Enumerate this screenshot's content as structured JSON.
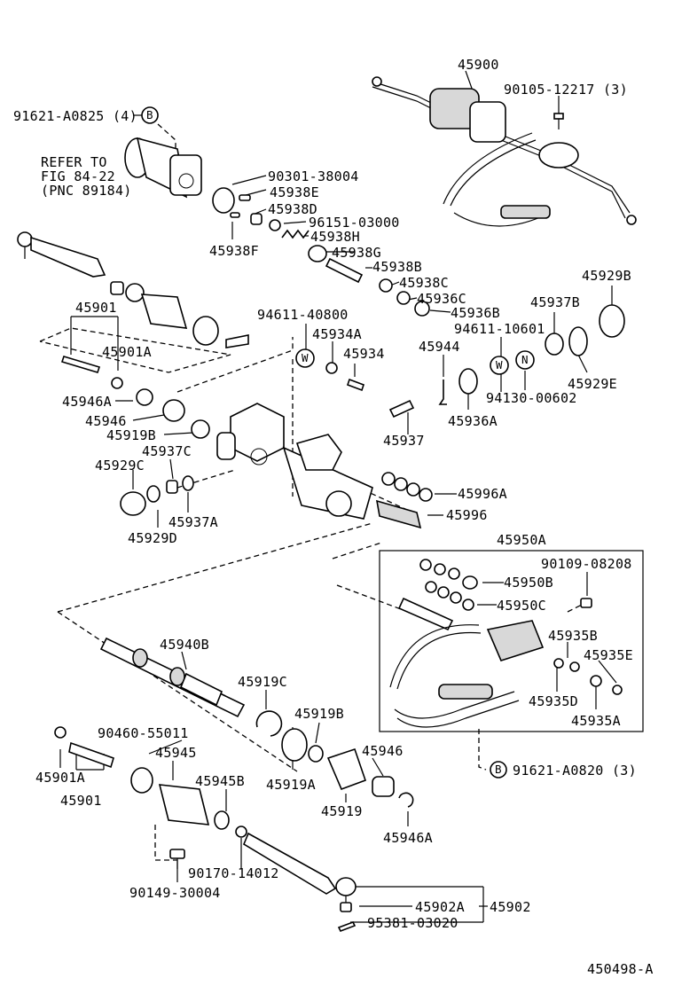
{
  "callouts": {
    "bolt_top_left": "91621-A0825 (4)",
    "letter_b": "B",
    "letter_w": "W",
    "letter_n": "N",
    "refer_line1": "REFER TO",
    "refer_line2": "FIG 84-22",
    "refer_line3": "(PNC 89184)",
    "bolt_bottom_right": "91621-A0820 (3)"
  },
  "labels": {
    "p45900": "45900",
    "p90105": "90105-12217 (3)",
    "p90301": "90301-38004",
    "p45938E": "45938E",
    "p45938D": "45938D",
    "p96151": "96151-03000",
    "p45938H": "45938H",
    "p45938F": "45938F",
    "p45938G": "45938G",
    "p45938B": "45938B",
    "p45938C": "45938C",
    "p45936C": "45936C",
    "p45936B": "45936B",
    "p45929B": "45929B",
    "p45937B": "45937B",
    "p45929E": "45929E",
    "p45901_top": "45901",
    "p45901A_top": "45901A",
    "p94611_40800": "94611-40800",
    "p45934A": "45934A",
    "p45934": "45934",
    "p94611_10601": "94611-10601",
    "p45944": "45944",
    "p94130": "94130-00602",
    "p45946A_top": "45946A",
    "p45946_top": "45946",
    "p45919B_top": "45919B",
    "p45937C": "45937C",
    "p45929C": "45929C",
    "p45937": "45937",
    "p45936A": "45936A",
    "p45929D": "45929D",
    "p45937A": "45937A",
    "p45996A": "45996A",
    "p45996": "45996",
    "p45950A": "45950A",
    "p90109": "90109-08208",
    "p45950B": "45950B",
    "p45950C": "45950C",
    "p45940B": "45940B",
    "p45935B": "45935B",
    "p45935E": "45935E",
    "p45935D": "45935D",
    "p45935A": "45935A",
    "p45919C": "45919C",
    "p45919B_bot": "45919B",
    "p90460": "90460-55011",
    "p45945": "45945",
    "p45946_bot": "45946",
    "p45901A_bot": "45901A",
    "p45901_bot": "45901",
    "p45945B": "45945B",
    "p45919A": "45919A",
    "p45919": "45919",
    "p45946A_bot": "45946A",
    "p90170": "90170-14012",
    "p90149": "90149-30004",
    "p45902A": "45902A",
    "p45902": "45902",
    "p95381": "95381-03020",
    "diagram_id": "450498-A"
  }
}
